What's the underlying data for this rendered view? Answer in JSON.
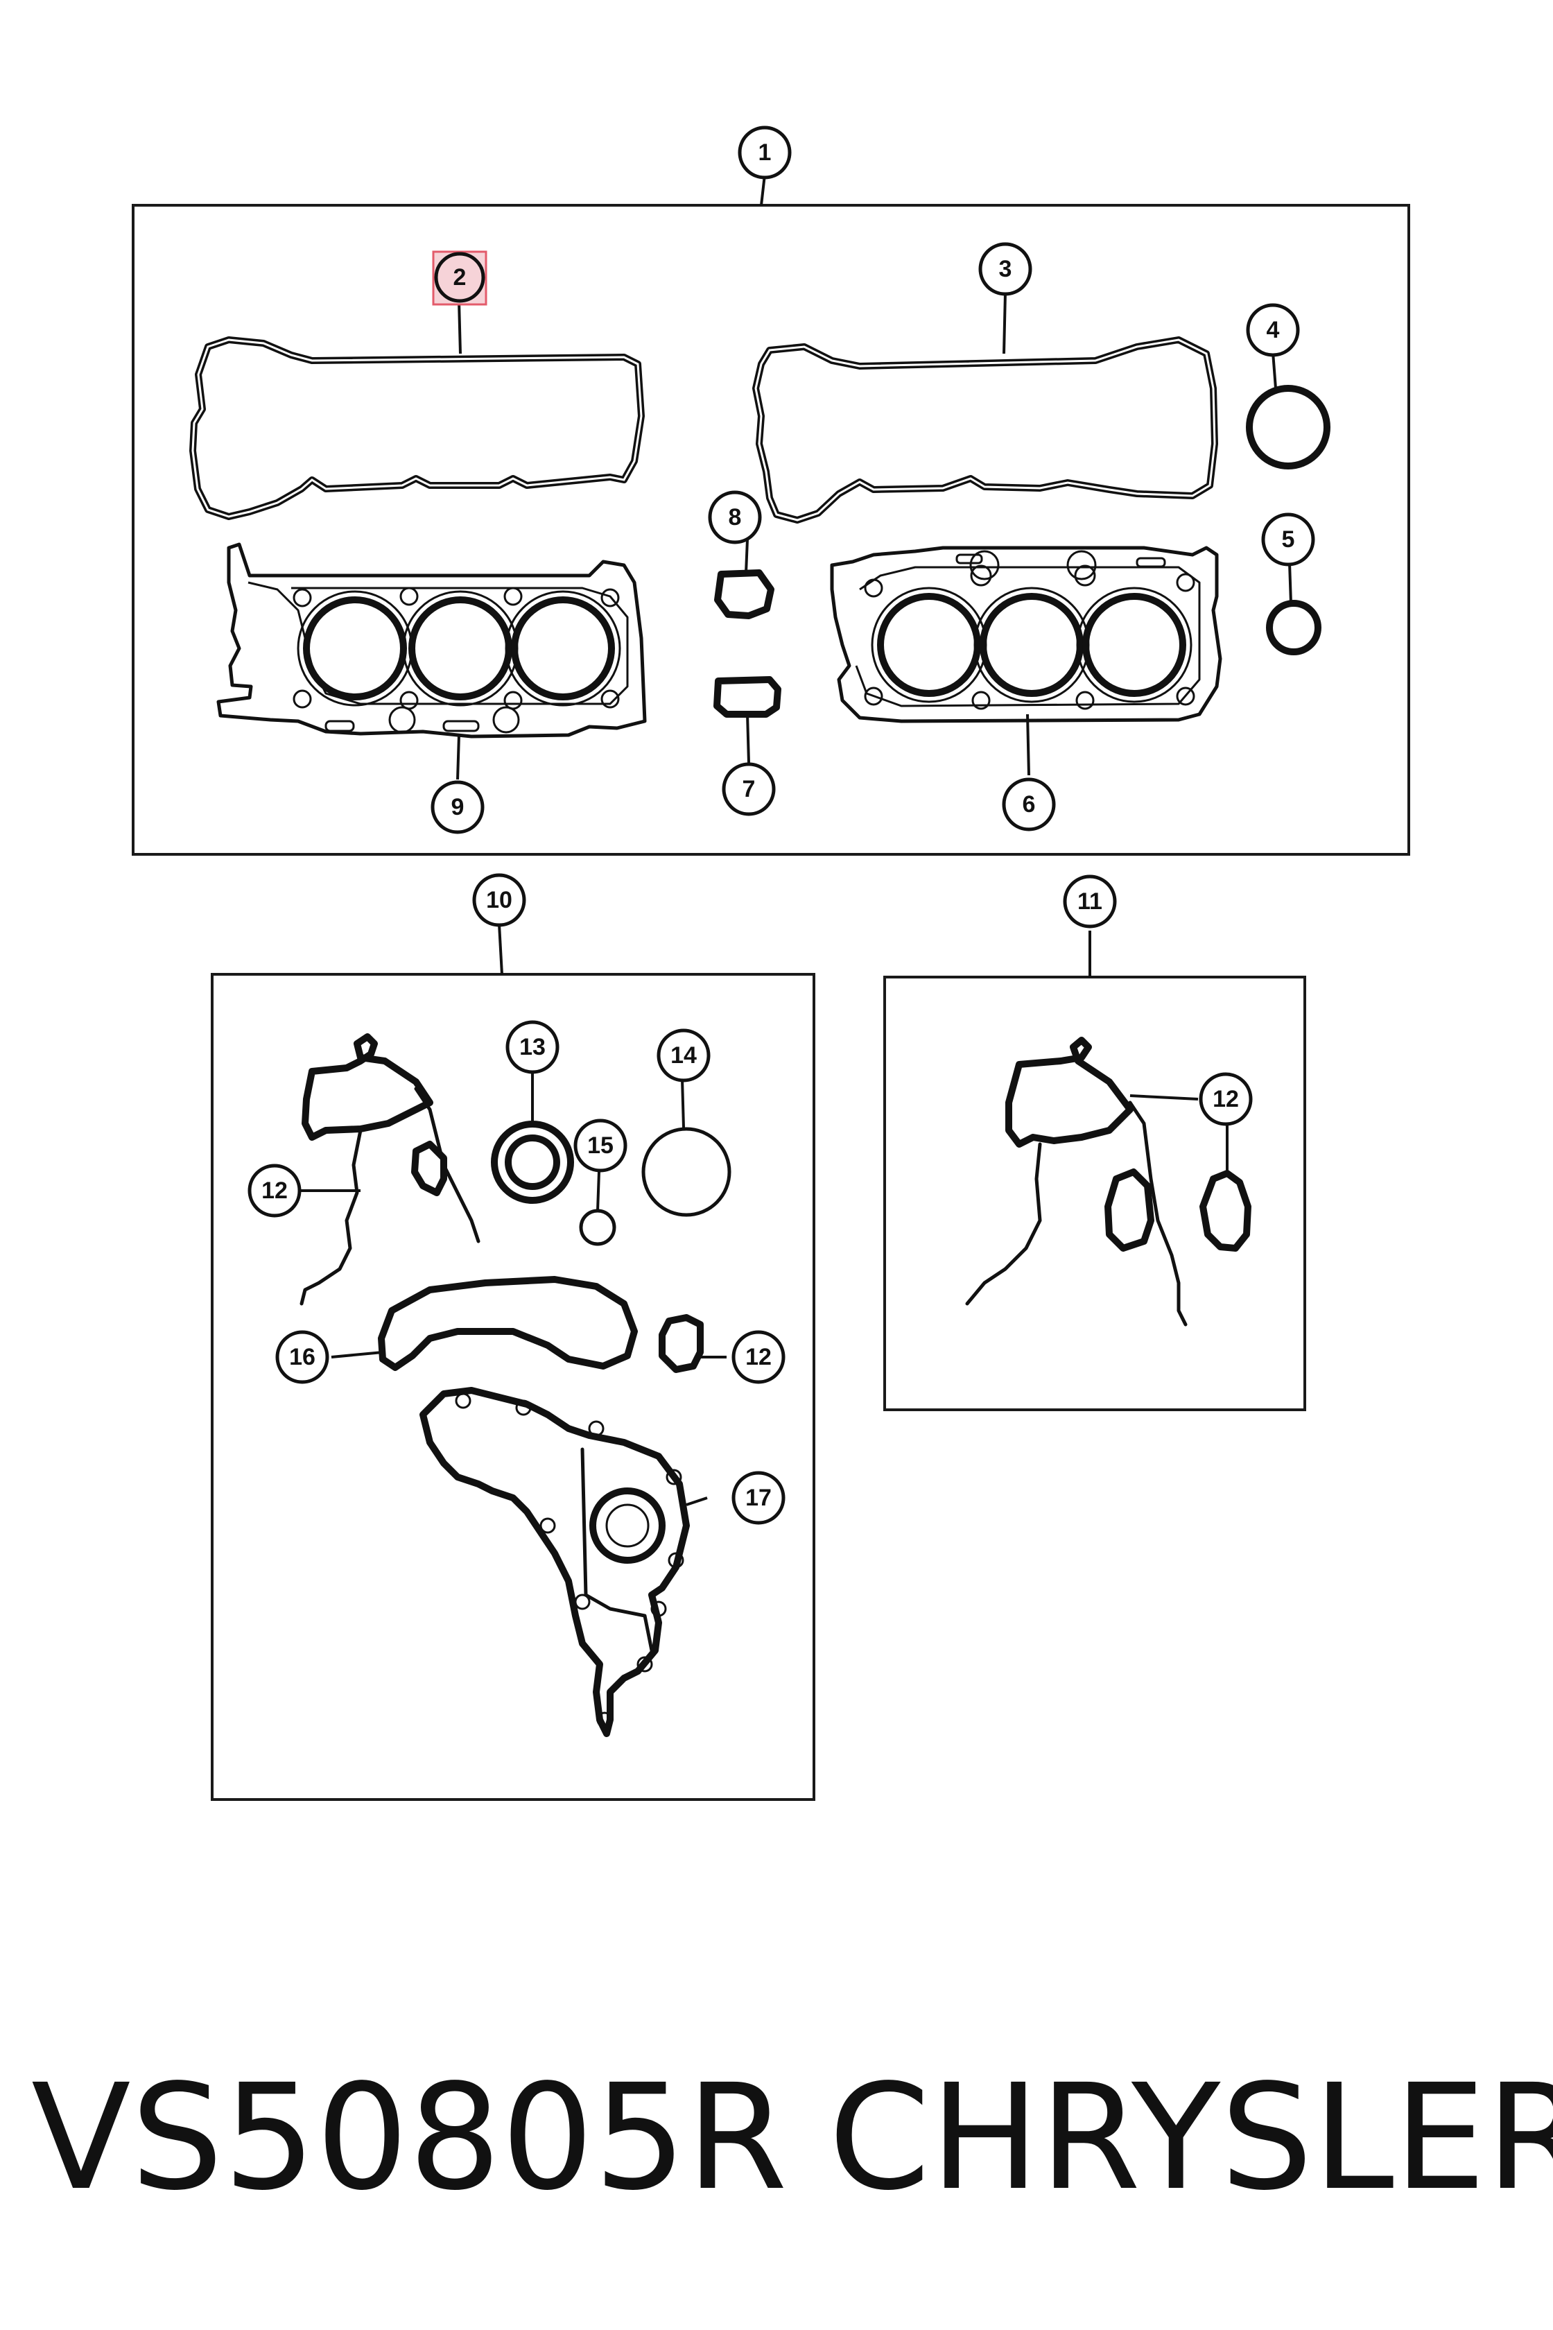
{
  "diagram": {
    "callouts": [
      {
        "id": "1",
        "label": "1"
      },
      {
        "id": "2",
        "label": "2",
        "highlighted": true
      },
      {
        "id": "3",
        "label": "3"
      },
      {
        "id": "4",
        "label": "4"
      },
      {
        "id": "5",
        "label": "5"
      },
      {
        "id": "6",
        "label": "6"
      },
      {
        "id": "7",
        "label": "7"
      },
      {
        "id": "8",
        "label": "8"
      },
      {
        "id": "9",
        "label": "9"
      },
      {
        "id": "10",
        "label": "10"
      },
      {
        "id": "11",
        "label": "11"
      },
      {
        "id": "12a",
        "label": "12"
      },
      {
        "id": "12b",
        "label": "12"
      },
      {
        "id": "12c",
        "label": "12"
      },
      {
        "id": "13",
        "label": "13"
      },
      {
        "id": "14",
        "label": "14"
      },
      {
        "id": "15",
        "label": "15"
      },
      {
        "id": "16",
        "label": "16"
      },
      {
        "id": "17",
        "label": "17"
      }
    ],
    "highlight_color": "#e35b6b"
  },
  "caption": {
    "part_number": "VS50805R",
    "brand": "CHRYSLER"
  }
}
